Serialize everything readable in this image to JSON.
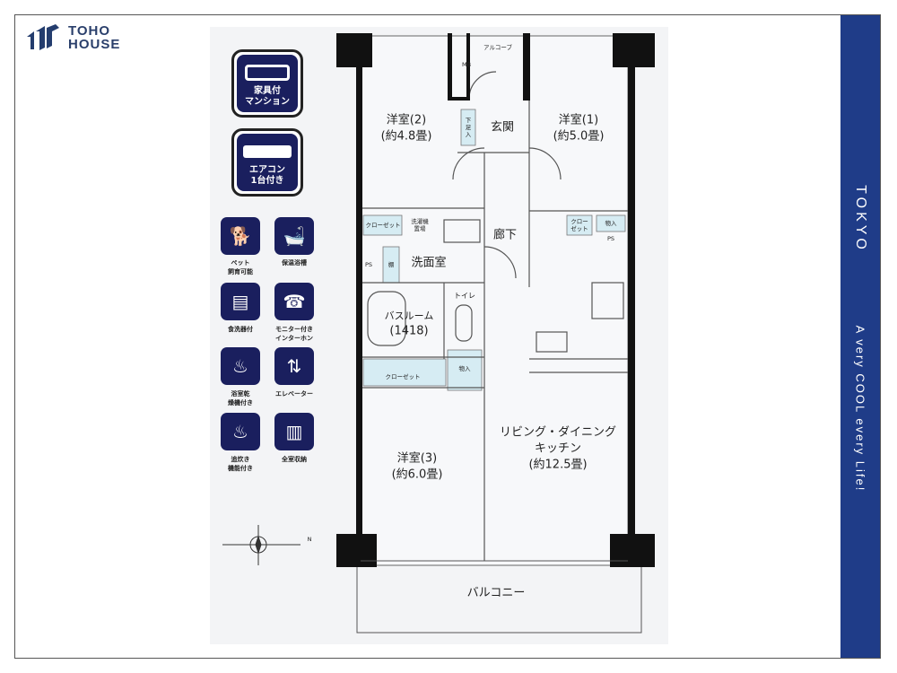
{
  "brand": {
    "name_line1": "TOHO",
    "name_line2": "HOUSE"
  },
  "sidebar": {
    "city": "TOKYO",
    "tagline": "A very COOL every Life!",
    "color": "#1f3c88"
  },
  "features_big": [
    {
      "label": "家具付\nマンション",
      "icon": "sofa-icon"
    },
    {
      "label": "エアコン\n1台付き",
      "icon": "air-conditioner-icon"
    }
  ],
  "features": [
    {
      "label": "ペット\n飼育可能",
      "icon": "pet-icon"
    },
    {
      "label": "保温浴槽",
      "icon": "bathtub-icon"
    },
    {
      "label": "食洗器付",
      "icon": "dishwasher-icon"
    },
    {
      "label": "モニター付き\nインターホン",
      "icon": "intercom-icon"
    },
    {
      "label": "浴室乾\n燥機付き",
      "icon": "bath-dryer-icon"
    },
    {
      "label": "エレベーター",
      "icon": "elevator-icon"
    },
    {
      "label": "追炊き\n機能付き",
      "icon": "reheat-icon"
    },
    {
      "label": "全室収納",
      "icon": "storage-icon"
    }
  ],
  "compass": {
    "north": "N"
  },
  "rooms": {
    "alcove": "アルコーブ",
    "mb": "MB",
    "genkan": "玄関",
    "shoe": "下足入",
    "western2": "洋室(2)",
    "western2_size": "(約4.8畳)",
    "western1": "洋室(1)",
    "western1_size": "(約5.0畳)",
    "closet_a": "クローゼット",
    "laundry": "洗濯機置場",
    "hall": "廊下",
    "closet_b": "クローゼット",
    "storage_a": "物入",
    "ps_a": "PS",
    "ps_b": "PS",
    "shelf": "棚",
    "washroom": "洗面室",
    "toilet": "トイレ",
    "bath": "バスルーム",
    "bath_size": "(1418)",
    "closet_c": "クローゼット",
    "storage_b": "物入",
    "western3": "洋室(3)",
    "western3_size": "(約6.0畳)",
    "ldk_line1": "リビング・ダイニング",
    "ldk_line2": "キッチン",
    "ldk_size": "(約12.5畳)",
    "balcony": "バルコニー"
  }
}
